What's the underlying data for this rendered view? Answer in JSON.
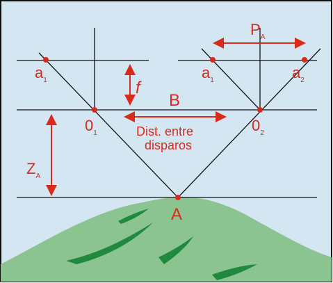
{
  "colors": {
    "background": "#d5e6f3",
    "border": "#111111",
    "annotation": "#d92b1c",
    "hill": "#8cc491",
    "hill_dark": "#1f8a3d"
  },
  "labels": {
    "a1_main": "a",
    "a1_sub": "1",
    "f": "f",
    "B": "B",
    "dist_line1": "Dist. entre",
    "dist_line2": "disparos",
    "o1_main": "0",
    "o1_sub": "1",
    "o2_main": "0",
    "o2_sub": "2",
    "a1p_main": "a",
    "a1p_sub": "1",
    "a2_main": "a",
    "a2_sub": "2",
    "pa_main": "P",
    "pa_sub": "A",
    "za_main": "Z",
    "za_sub": "A",
    "A": "A"
  }
}
